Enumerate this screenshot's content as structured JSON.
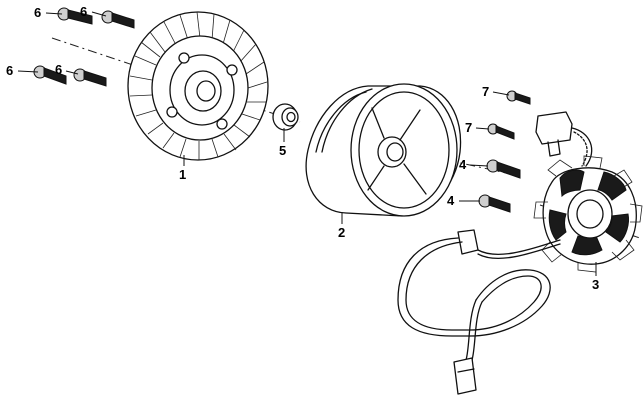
{
  "callouts": {
    "fan": "1",
    "rotor": "2",
    "stator": "3",
    "bolt_4": "4",
    "collar": "5",
    "bolt_6": "6",
    "screw_7": "7"
  }
}
